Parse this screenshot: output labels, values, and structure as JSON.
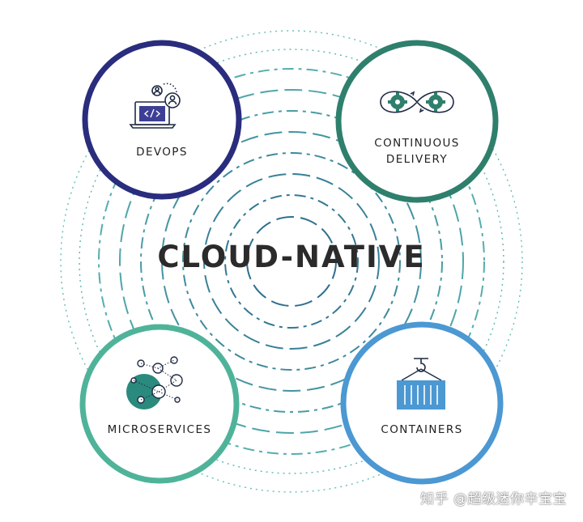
{
  "center": {
    "title": "CLOUD-NATIVE"
  },
  "nodes": {
    "devops": {
      "label": "DEVOPS",
      "color": "#2a2c7e",
      "icon": "developer-laptop-icon"
    },
    "continuous_delivery": {
      "line1": "CONTINUOUS",
      "line2": "DELIVERY",
      "color": "#2f7f6d",
      "icon": "gears-cycle-icon"
    },
    "microservices": {
      "label": "MICROSERVICES",
      "color": "#4fb39a",
      "icon": "network-nodes-icon"
    },
    "containers": {
      "label": "CONTAINERS",
      "color": "#4b98d3",
      "icon": "shipping-container-icon"
    }
  },
  "watermark": {
    "text": "知乎 @超级迷你辛宝宝"
  },
  "colors": {
    "ring_dark": "#2e6f8e",
    "ring_light": "#5fc0b8",
    "text": "#222222"
  }
}
